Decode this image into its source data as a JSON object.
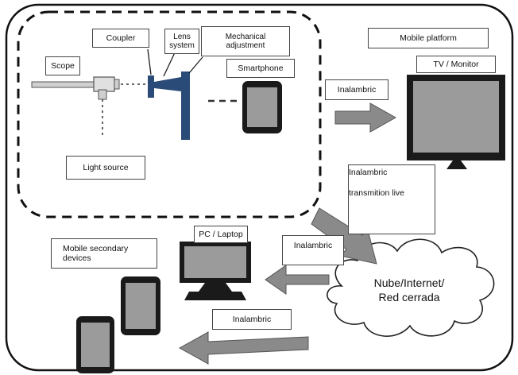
{
  "labels": {
    "coupler": "Coupler",
    "lens_system": "Lens\nsystem",
    "mechanical_adjustment": "Mechanical\nadjustment",
    "scope": "Scope",
    "smartphone": "Smartphone",
    "light_source": "Light source",
    "mobile_platform": "Mobile platform",
    "tv_monitor": "TV / Monitor",
    "inalambric_1": "Inalambric",
    "inalambric_2_line1": "Inalambric",
    "inalambric_2_line2": "transmition live",
    "pc_laptop": "PC / Laptop",
    "inalambric_3": "Inalambric",
    "mobile_secondary_devices": "Mobile secondary\ndevices",
    "inalambric_4": "Inalambric",
    "cloud_line1": "Nube/Internet/",
    "cloud_line2": "Red cerrada"
  },
  "colors": {
    "device_blue": "#2a4a78",
    "arrow_gray": "#8a8a8a",
    "screen_gray": "#9b9b9b",
    "frame_dark": "#1a1a1a"
  }
}
